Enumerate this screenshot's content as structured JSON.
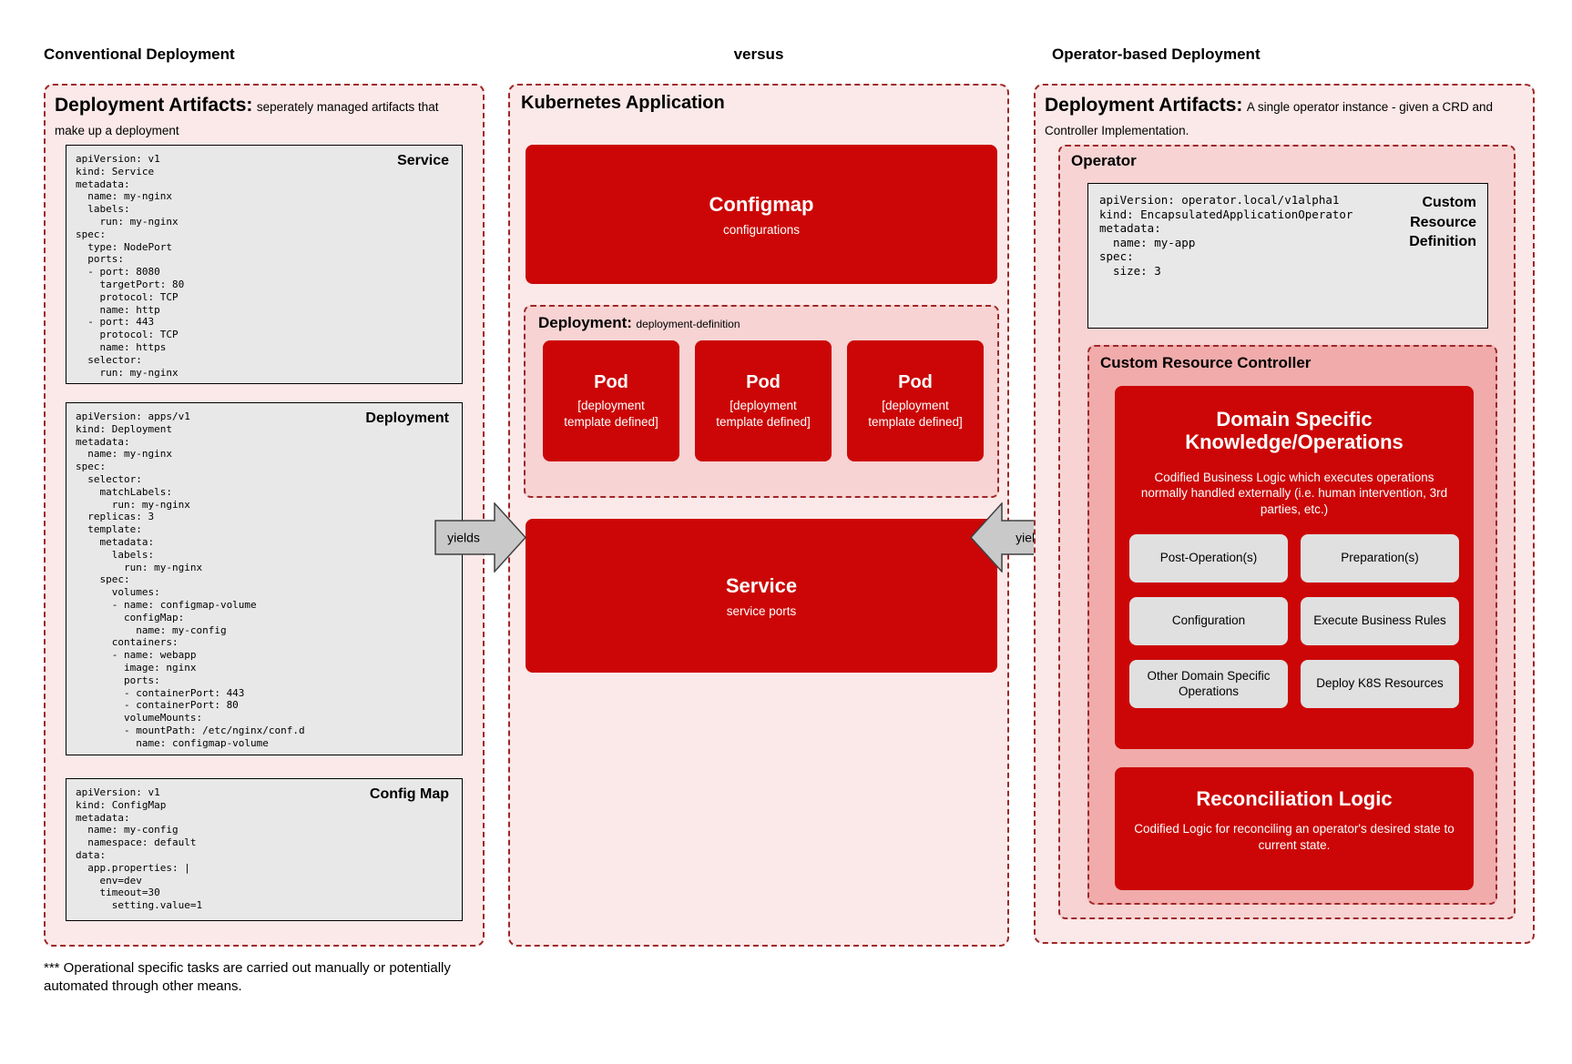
{
  "colors": {
    "accent_red": "#cc0606",
    "dashed_border": "#9e2727",
    "panel_pink_light": "#fbe9e9",
    "panel_pink_mid": "#f7d3d3",
    "panel_pink_dark": "#f1abab",
    "code_gray": "#e8e8e8",
    "button_gray": "#e0e0e0",
    "arrow_gray": "#c9c9c9"
  },
  "headings": {
    "left": "Conventional Deployment",
    "center": "versus",
    "right": "Operator-based Deployment"
  },
  "left_column": {
    "title": "Deployment Artifacts:",
    "subtitle": "seperately managed artifacts that make up a deployment",
    "blocks": [
      {
        "label": "Service",
        "code": "apiVersion: v1\nkind: Service\nmetadata:\n  name: my-nginx\n  labels:\n    run: my-nginx\nspec:\n  type: NodePort\n  ports:\n  - port: 8080\n    targetPort: 80\n    protocol: TCP\n    name: http\n  - port: 443\n    protocol: TCP\n    name: https\n  selector:\n    run: my-nginx"
      },
      {
        "label": "Deployment",
        "code": "apiVersion: apps/v1\nkind: Deployment\nmetadata:\n  name: my-nginx\nspec:\n  selector:\n    matchLabels:\n      run: my-nginx\n  replicas: 3\n  template:\n    metadata:\n      labels:\n        run: my-nginx\n    spec:\n      volumes:\n      - name: configmap-volume\n        configMap:\n          name: my-config\n      containers:\n      - name: webapp\n        image: nginx\n        ports:\n        - containerPort: 443\n        - containerPort: 80\n        volumeMounts:\n        - mountPath: /etc/nginx/conf.d\n          name: configmap-volume"
      },
      {
        "label": "Config Map",
        "code": "apiVersion: v1\nkind: ConfigMap\nmetadata:\n  name: my-config\n  namespace: default\ndata:\n  app.properties: |\n    env=dev\n    timeout=30\n      setting.value=1"
      }
    ]
  },
  "middle_column": {
    "title": "Kubernetes Application",
    "configmap": {
      "title": "Configmap",
      "subtitle": "configurations"
    },
    "deployment": {
      "label": "Deployment:",
      "sublabel": "deployment-definition",
      "pods": [
        {
          "title": "Pod",
          "subtitle": "[deployment template defined]"
        },
        {
          "title": "Pod",
          "subtitle": "[deployment template defined]"
        },
        {
          "title": "Pod",
          "subtitle": "[deployment template defined]"
        }
      ]
    },
    "service": {
      "title": "Service",
      "subtitle": "service ports"
    }
  },
  "arrows": {
    "left_label": "yields",
    "right_label": "yields"
  },
  "right_column": {
    "title": "Deployment Artifacts:",
    "subtitle": "A single operator instance - given a CRD and Controller Implementation.",
    "operator": {
      "label": "Operator",
      "crd": {
        "label": "Custom Resource Definition",
        "code": "apiVersion: operator.local/v1alpha1\nkind: EncapsulatedApplicationOperator\nmetadata:\n  name: my-app\nspec:\n  size: 3"
      },
      "controller": {
        "label": "Custom Resource Controller",
        "domain_ops": {
          "title": "Domain Specific Knowledge/Operations",
          "description": "Codified Business Logic which executes operations normally handled externally (i.e. human intervention, 3rd parties, etc.)",
          "buttons": [
            "Post-Operation(s)",
            "Preparation(s)",
            "Configuration",
            "Execute Business Rules",
            "Other Domain Specific Operations",
            "Deploy K8S Resources"
          ]
        },
        "reconciliation": {
          "title": "Reconciliation Logic",
          "description": "Codified Logic for reconciling an operator's desired state to current state."
        }
      }
    }
  },
  "footnote": "*** Operational specific tasks are carried out manually or potentially automated through other means."
}
